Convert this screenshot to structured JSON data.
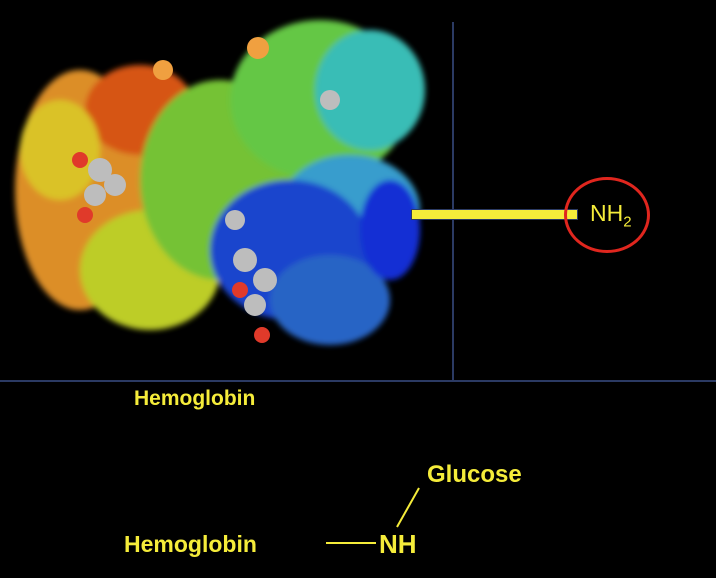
{
  "protein_label": "Hemoglobin",
  "terminal_group": {
    "main": "NH",
    "subscript": "2"
  },
  "reaction": {
    "left": "Hemoglobin",
    "center": "NH",
    "attached": "Glucose"
  },
  "colors": {
    "background": "#000000",
    "text": "#f5ec3a",
    "circle": "#e0261e",
    "divider": "#2b3a63"
  }
}
